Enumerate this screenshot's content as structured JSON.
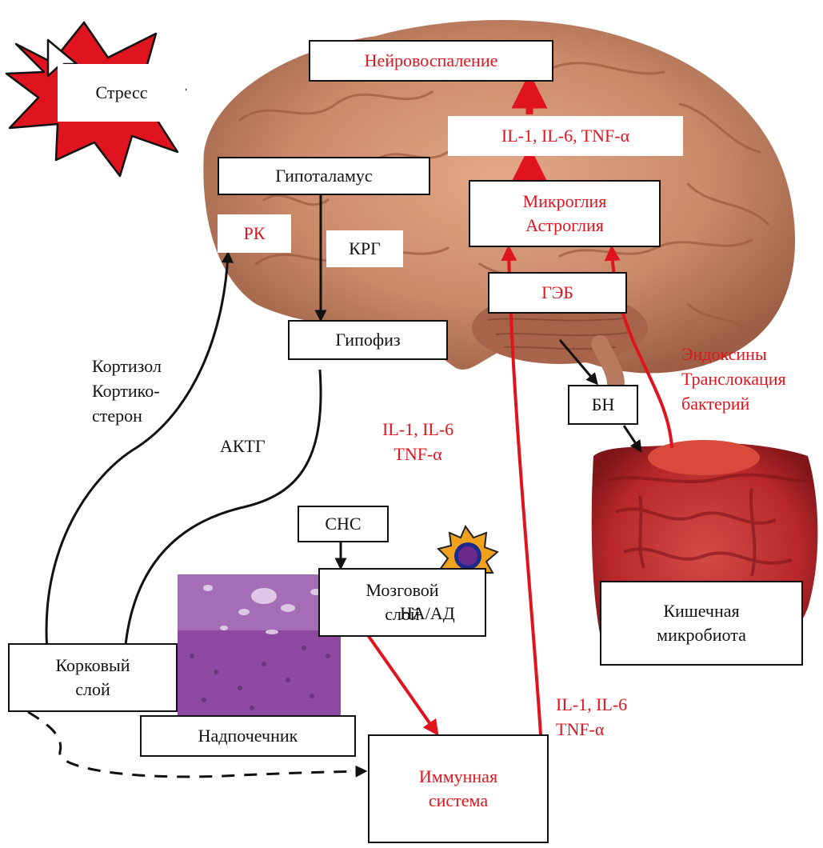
{
  "colors": {
    "accent_red": "#e0141e",
    "brain": "#c98a6a",
    "gut": "#b8282b",
    "tissue": "#8e4aa1",
    "arrow_black": "#111111"
  },
  "icons": [
    "stress-burst-icon",
    "mouse-cursor-icon",
    "immune-cell-icon"
  ],
  "nodes": {
    "stress": "Стресс",
    "neuroinflammation": "Нейровоспаление",
    "cytokines_brain": "IL-1, IL-6, TNF-α",
    "hypothalamus": "Гипоталамус",
    "rk": "РК",
    "krg": "КРГ",
    "microglia": "Микроглия\nАстроглия",
    "geb": "ГЭБ",
    "pituitary": "Гипофиз",
    "bn": "БН",
    "sns": "СНС",
    "medulla": "Мозговой\nслой",
    "cortex": "Корковый\nслой",
    "adrenal": "Надпочечник",
    "gut_microbiota": "Кишечная\nмикробиота",
    "immune_system": "Иммунная\nсистема"
  },
  "edge_labels": {
    "cortisol": "Кортизол\nКортико-\nстерон",
    "actg": "АКТГ",
    "cytokines_mid": "IL-1, IL-6\nTNF-α",
    "endotoxins": "Эндоксины\nТранслокация\nбактерий",
    "na_ad": "НА/АД",
    "cytokines_low": "IL-1, IL-6\nTNF-α"
  }
}
